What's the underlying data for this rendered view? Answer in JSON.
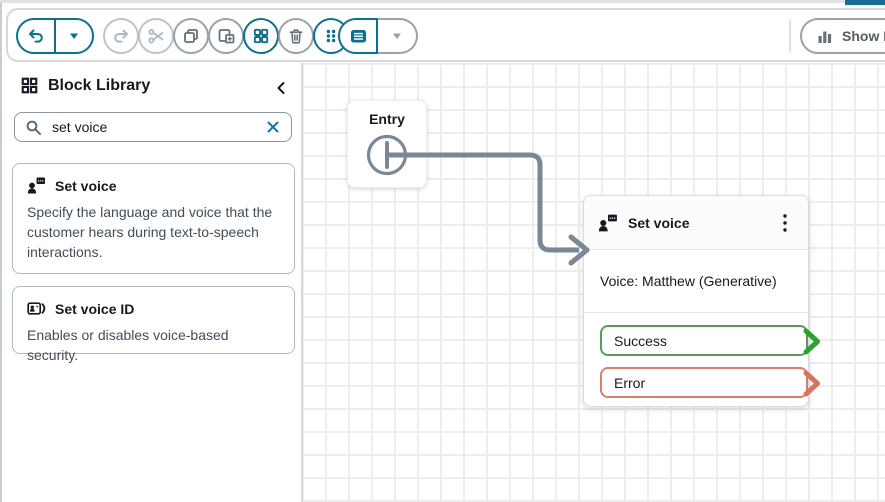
{
  "colors": {
    "accent_teal": "#0b7190",
    "toolbar_icon_gray": "#687078",
    "toolbar_icon_disabled": "#aeb8c2",
    "connector_gray": "#7b8795",
    "success_green_border": "#579d58",
    "success_green_arrow": "#2aa22b",
    "error_red_border": "#d97d6c",
    "error_red_arrow": "#d7735f",
    "search_clear_blue": "#1278a8",
    "text_primary": "#16191f",
    "text_secondary": "#414d5c"
  },
  "toolbar": {
    "show_metrics_label": "Show M",
    "icons": [
      "undo-icon",
      "caret-down-icon",
      "redo-icon",
      "scissors-icon",
      "copy-icon",
      "paste-icon",
      "blocks-grid-icon",
      "trash-icon",
      "drag-dots-icon",
      "flow-details-icon",
      "caret-down-icon",
      "bar-chart-icon"
    ]
  },
  "sidebar": {
    "title": "Block Library",
    "collapse_icon": "chevron-left-icon",
    "search_value": "set voice",
    "blocks": [
      {
        "icon": "person-speech-icon",
        "title": "Set voice",
        "description": "Specify the language and voice that the customer hears during text-to-speech interactions."
      },
      {
        "icon": "voice-id-icon",
        "title": "Set voice ID",
        "description": "Enables or disables voice-based security."
      }
    ]
  },
  "canvas": {
    "entry_label": "Entry",
    "node": {
      "icon": "person-speech-icon",
      "title": "Set voice",
      "detail": "Voice: Matthew (Generative)",
      "branches": [
        {
          "label": "Success"
        },
        {
          "label": "Error"
        }
      ]
    }
  }
}
